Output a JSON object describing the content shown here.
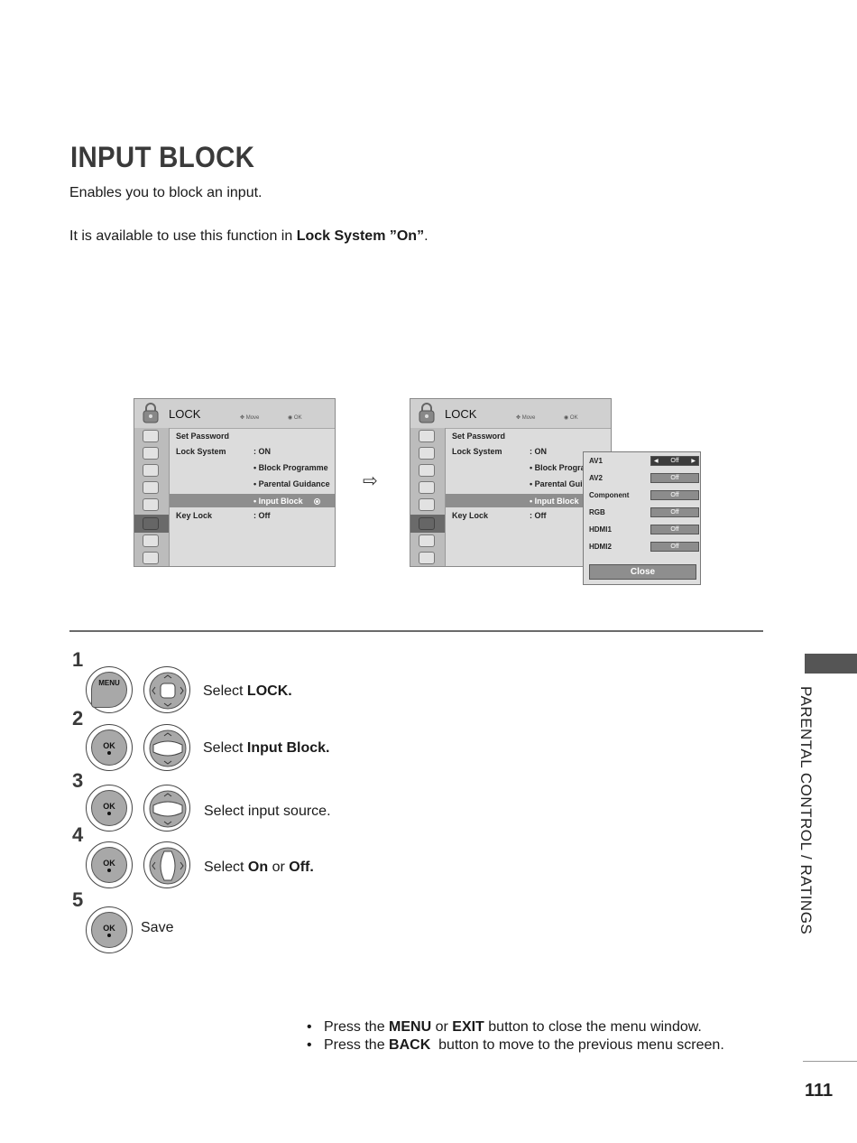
{
  "title": "INPUT BLOCK",
  "intro": "Enables you to block an input.",
  "availability": {
    "prefix": "It is available to use this function in ",
    "bold": "Lock System ”On”",
    "suffix": "."
  },
  "menu": {
    "title": "LOCK",
    "nav_move": "Move",
    "nav_ok": "OK",
    "set_password": "Set Password",
    "lock_system": "Lock System",
    "lock_system_value": ": ON",
    "block_programme": "• Block Programme",
    "block_programme_short": "• Block Progra",
    "parental_guidance": "• Parental Guidance",
    "parental_guidance_short": "• Parental Guid",
    "input_block": "• Input Block",
    "key_lock": "Key Lock",
    "key_lock_value": ": Off"
  },
  "popup": {
    "rows": [
      {
        "label": "AV1",
        "value": "Off"
      },
      {
        "label": "AV2",
        "value": "Off"
      },
      {
        "label": "Component",
        "value": "Off"
      },
      {
        "label": "RGB",
        "value": "Off"
      },
      {
        "label": "HDMI1",
        "value": "Off"
      },
      {
        "label": "HDMI2",
        "value": "Off"
      }
    ],
    "close": "Close"
  },
  "steps": {
    "n1": "1",
    "n2": "2",
    "n3": "3",
    "n4": "4",
    "n5": "5",
    "menu_btn": "MENU",
    "ok_btn": "OK",
    "s1_prefix": "Select ",
    "s1_bold": "LOCK.",
    "s2_prefix": "Select ",
    "s2_bold": "Input Block.",
    "s3": "Select input source.",
    "s4_prefix": "Select ",
    "s4_bold1": "On",
    "s4_mid": " or ",
    "s4_bold2": "Off.",
    "s5": "Save"
  },
  "notes": {
    "n1_prefix": "Press the ",
    "n1_b1": "MENU",
    "n1_mid": " or ",
    "n1_b2": "EXIT",
    "n1_suffix": " button to close the menu window.",
    "n2_prefix": "Press the ",
    "n2_b1": "BACK",
    "n2_suffix": "  button to move to the previous menu screen."
  },
  "section_label": "PARENTAL CONTROL / RATINGS",
  "page_number": "111"
}
